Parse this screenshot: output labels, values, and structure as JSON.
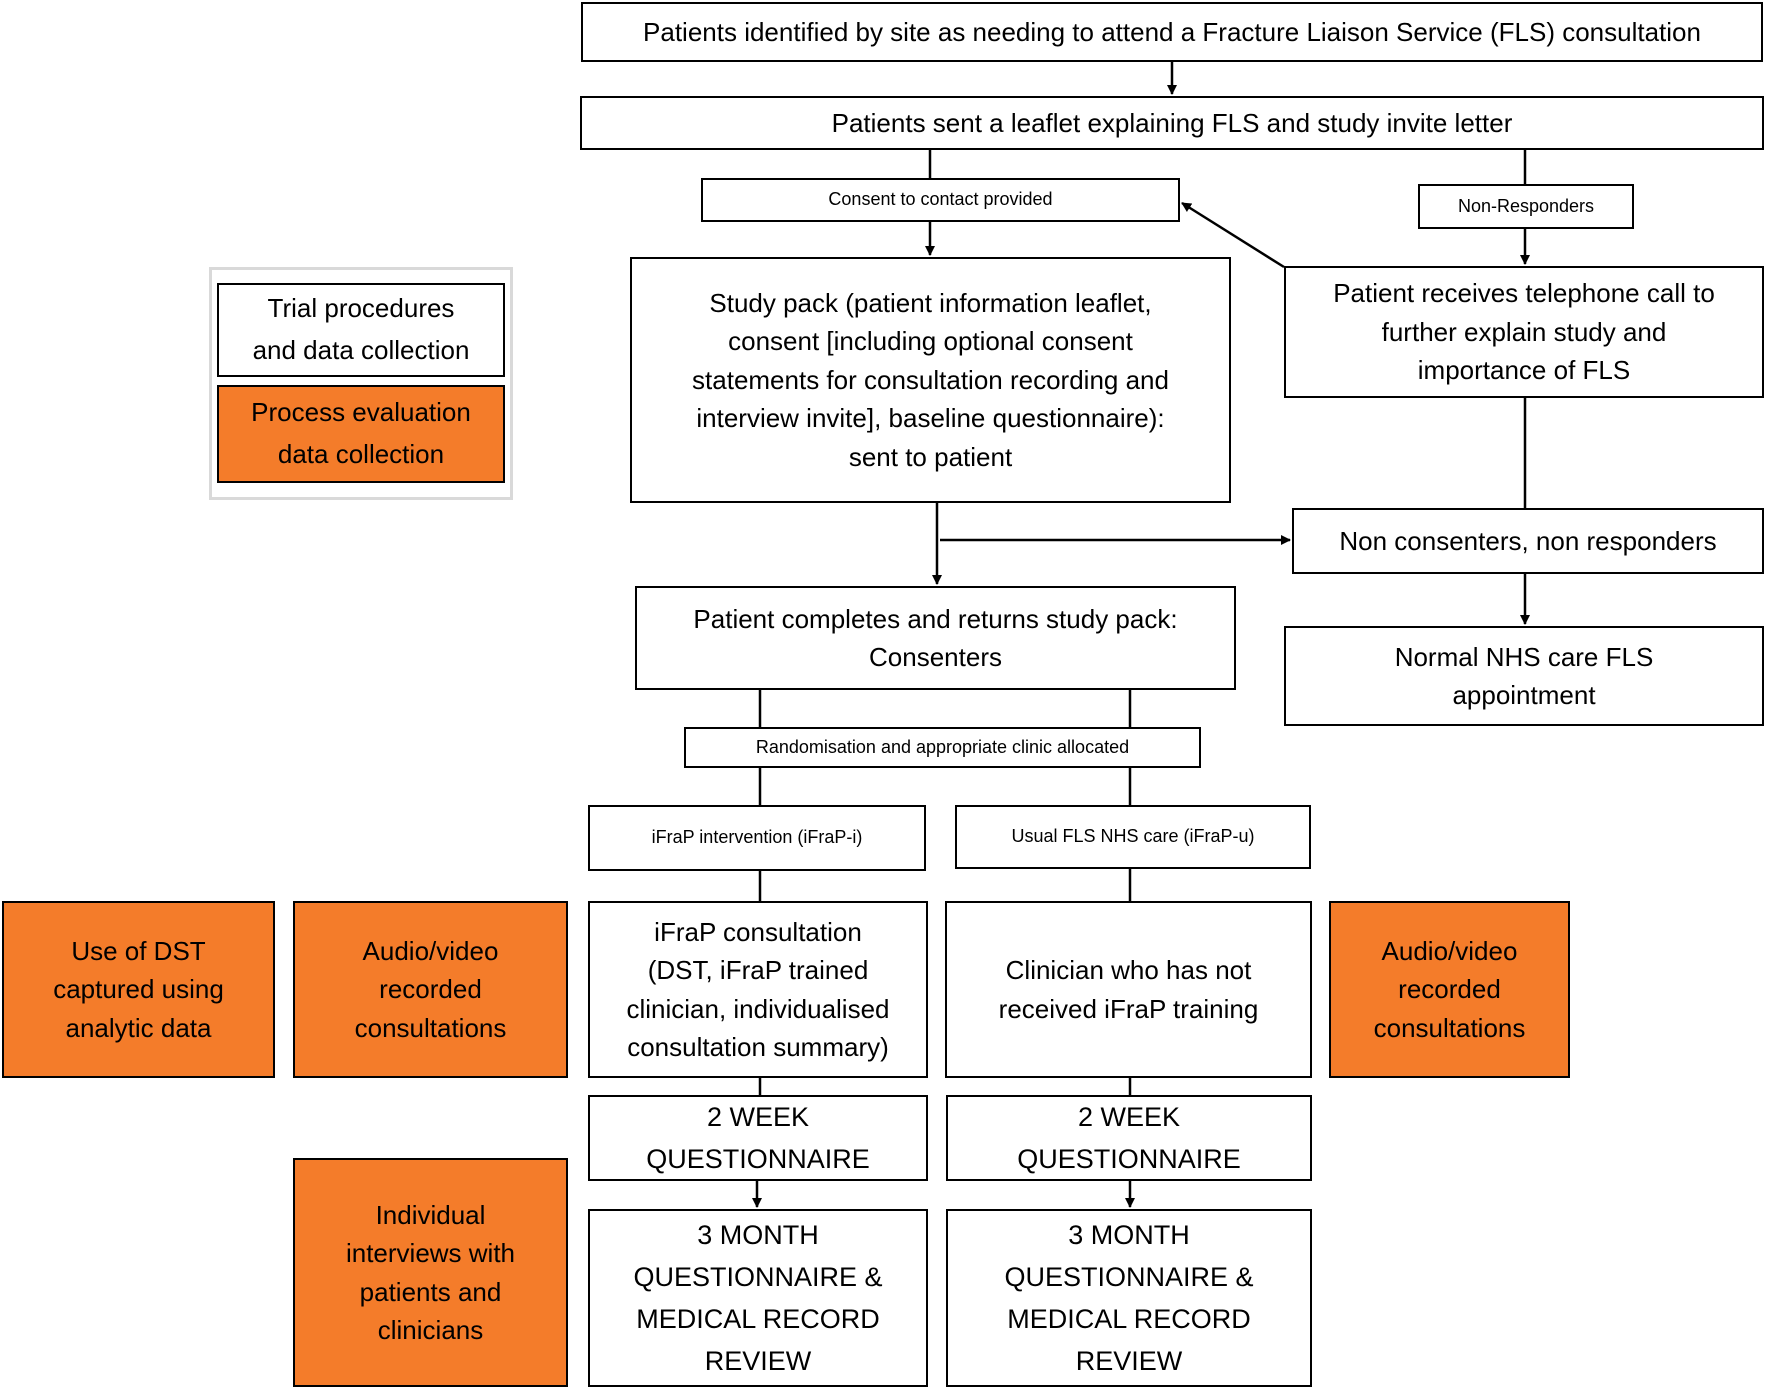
{
  "colors": {
    "process_evaluation": "#f47c2a",
    "trial_procedure": "#ffffff",
    "line": "#000000"
  },
  "legend": {
    "trial": "Trial procedures\nand data collection",
    "process": "Process evaluation\ndata collection"
  },
  "flow": {
    "identified": "Patients identified by site as needing to attend a Fracture Liaison Service (FLS) consultation",
    "leaflet": "Patients sent a leaflet explaining FLS and study invite letter",
    "consent_contact": "Consent to contact provided",
    "non_responders": "Non-Responders",
    "study_pack": "Study pack (patient information leaflet,\nconsent [including optional consent\nstatements for consultation recording and\ninterview invite], baseline questionnaire):\nsent to patient",
    "telephone_call": "Patient receives telephone call to\nfurther explain study and\nimportance of FLS",
    "non_consenters": "Non consenters, non responders",
    "normal_care": "Normal NHS care FLS\nappointment",
    "completes": "Patient completes and returns study pack:\nConsenters",
    "randomisation": "Randomisation  and appropriate  clinic allocated",
    "intervention": "iFraP intervention  (iFraP-i)",
    "usual_care": "Usual FLS NHS care (iFraP-u)",
    "ifrap_consultation": "iFraP consultation\n(DST, iFraP trained\nclinician, individualised\nconsultation summary)",
    "clinician_not_trained": "Clinician who has not\nreceived iFraP training",
    "two_week_i": "2 WEEK\nQUESTIONNAIRE",
    "two_week_u": "2 WEEK\nQUESTIONNAIRE",
    "three_month_i": "3 MONTH\nQUESTIONNAIRE  &\nMEDICAL RECORD\nREVIEW",
    "three_month_u": "3 MONTH\nQUESTIONNAIRE  &\nMEDICAL RECORD\nREVIEW"
  },
  "process_evaluation": {
    "dst_use": "Use of DST\ncaptured using\nanalytic data",
    "audio_video_i": "Audio/video\nrecorded\nconsultations",
    "audio_video_u": "Audio/video\nrecorded\nconsultations",
    "interviews": "Individual\ninterviews with\npatients and\nclinicians"
  }
}
